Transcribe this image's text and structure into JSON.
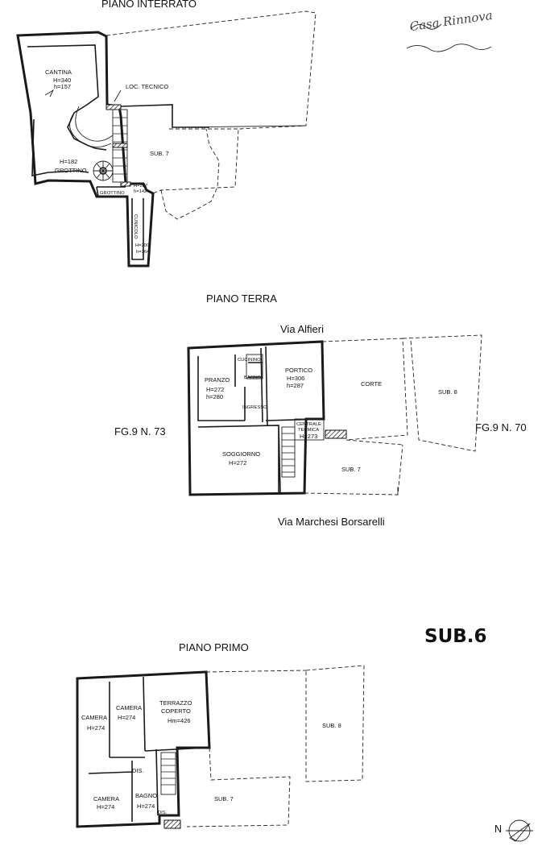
{
  "floors": {
    "basement": {
      "title": "PIANO INTERRATO",
      "rooms": {
        "cantina": "CANTINA",
        "cantina_h1": "H=340",
        "cantina_h2": "h=157",
        "loc_tecnico": "LOC. TECNICO",
        "grottino_a_h": "H=182",
        "grottino_a": "GROTTINO",
        "sub7": "SUB. 7",
        "grottino_b": "GROTTINO",
        "grottino_b_h1": "H=207",
        "grottino_b_h2": "h=142",
        "cunicolo": "CUNICOLO",
        "cunicolo_h1": "H=200",
        "cunicolo_h2": "h=164"
      }
    },
    "ground": {
      "title": "PIANO TERRA",
      "street_north": "Via Alfieri",
      "street_south": "Via Marchesi Borsarelli",
      "neighbor_west": "FG.9 N. 73",
      "neighbor_east": "FG.9 N. 70",
      "rooms": {
        "cucinino": "CUCININO",
        "bagno": "BAGNO",
        "pranzo": "PRANZO",
        "pranzo_h1": "H=272",
        "pranzo_h2": "h=280",
        "ingresso": "INGRESSO",
        "portico": "PORTICO",
        "portico_h1": "H=306",
        "portico_h2": "h=287",
        "corte": "CORTE",
        "sub8": "SUB. 8",
        "centrale_1": "CENTRALE",
        "centrale_2": "TERMICA",
        "centrale_h": "H=273",
        "soggiorno": "SOGGIORNO",
        "soggiorno_h": "H=272",
        "sub7": "SUB. 7"
      }
    },
    "first": {
      "title": "PIANO PRIMO",
      "rooms": {
        "camera1": "CAMERA",
        "camera1_h": "H=274",
        "camera2": "CAMERA",
        "camera2_h": "H=274",
        "terrazzo_1": "TERRAZZO",
        "terrazzo_2": "COPERTO",
        "terrazzo_h": "Hm=426",
        "sub8": "SUB. 8",
        "dis1": "DIS.",
        "camera3": "CAMERA",
        "camera3_h": "H=274",
        "bagno": "BAGNO",
        "bagno_h": "H=274",
        "dis2": "DIS.",
        "sub7": "SUB. 7"
      }
    }
  },
  "unit_label": "SUB.6",
  "north_label": "N",
  "handwritten_note": "Casa Rinnova"
}
